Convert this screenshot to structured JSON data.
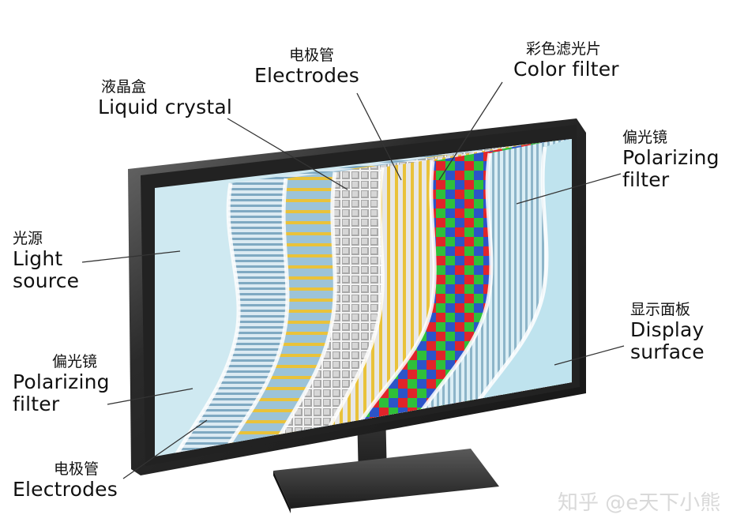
{
  "labels": {
    "liquid_crystal": {
      "cn": "液晶盒",
      "en": "Liquid crystal"
    },
    "electrodes_top": {
      "cn": "电极管",
      "en": "Electrodes"
    },
    "color_filter": {
      "cn": "彩色滤光片",
      "en": "Color filter"
    },
    "polarizing_right": {
      "cn": "偏光镜",
      "en1": "Polarizing",
      "en2": "filter"
    },
    "light_source": {
      "cn": "光源",
      "en1": "Light",
      "en2": "source"
    },
    "polarizing_left": {
      "cn": "偏光镜",
      "en1": "Polarizing",
      "en2": "filter"
    },
    "electrodes_bottom": {
      "cn": "电极管",
      "en": "Electrodes"
    },
    "display_surface": {
      "cn": "显示面板",
      "en1": "Display",
      "en2": "surface"
    }
  },
  "watermark": "知乎 @e天下小熊",
  "colors": {
    "bezel": "#2b2b2b",
    "light_blue": "#cfe9f1",
    "stripe_blue": "#7fa9c2",
    "electrode_yellow": "#e9c23a",
    "grid_gray": "#a8a8a8",
    "filter_red": "#e0242a",
    "filter_green": "#2fbf3a",
    "filter_blue": "#2c54c8"
  }
}
